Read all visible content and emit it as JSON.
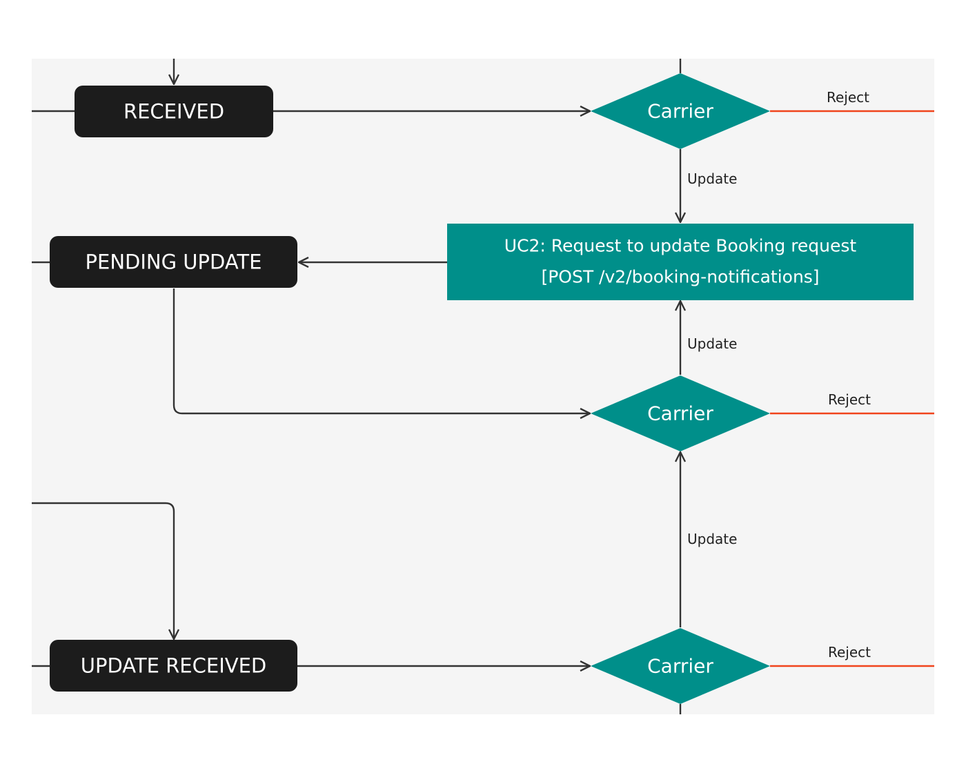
{
  "colors": {
    "canvas": "#f5f5f5",
    "state_fill": "#1c1c1c",
    "decision_fill": "#008f8a",
    "process_fill": "#008f8a",
    "edge": "#333333",
    "reject_edge": "#f0441c"
  },
  "states": {
    "received": "RECEIVED",
    "pending_update": "PENDING UPDATE",
    "update_received": "UPDATE RECEIVED"
  },
  "decisions": {
    "carrier_1": "Carrier",
    "carrier_2": "Carrier",
    "carrier_3": "Carrier"
  },
  "process": {
    "line1": "UC2: Request to update Booking request",
    "line2": "[POST /v2/booking-notifications]"
  },
  "edge_labels": {
    "reject_1": "Reject",
    "reject_2": "Reject",
    "reject_3": "Reject",
    "update_1": "Update",
    "update_2": "Update",
    "update_3": "Update"
  }
}
